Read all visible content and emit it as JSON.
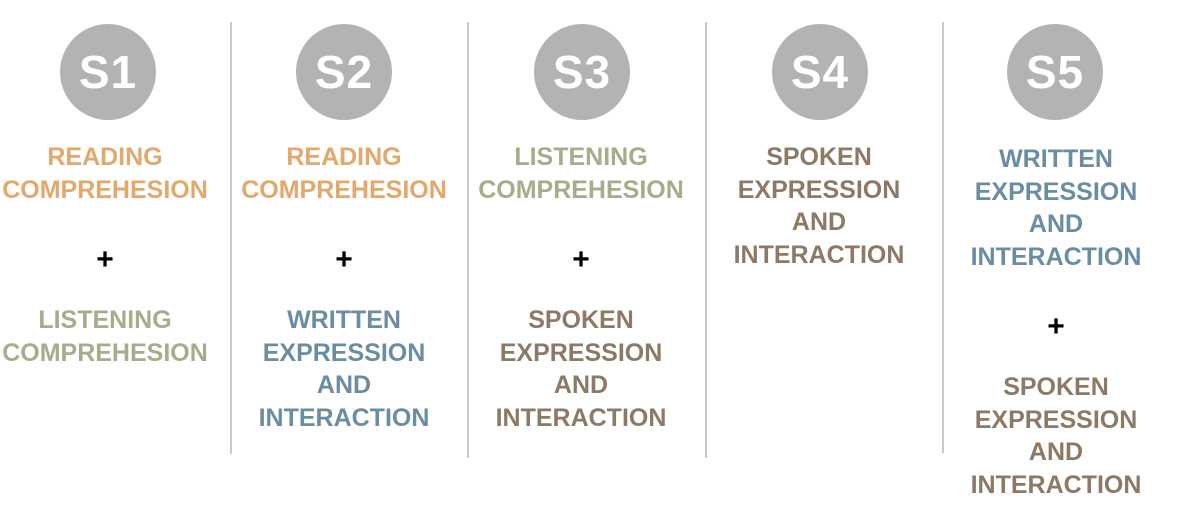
{
  "colors": {
    "reading": "#e2a86c",
    "listening": "#a6ad8a",
    "spoken": "#8c7966",
    "written": "#6a8da2",
    "badge": "#b3b3b3",
    "divider": "#c9c9c9"
  },
  "plus_symbol": "+",
  "columns": [
    {
      "badge": "S1",
      "skills": [
        {
          "kind": "reading",
          "lines": [
            "READING",
            "COMPREHESION"
          ]
        },
        {
          "kind": "listening",
          "lines": [
            "LISTENING",
            "COMPREHESION"
          ]
        }
      ]
    },
    {
      "badge": "S2",
      "skills": [
        {
          "kind": "reading",
          "lines": [
            "READING",
            "COMPREHESION"
          ]
        },
        {
          "kind": "written",
          "lines": [
            "WRITTEN",
            "EXPRESSION",
            "AND",
            "INTERACTION"
          ]
        }
      ]
    },
    {
      "badge": "S3",
      "skills": [
        {
          "kind": "listening",
          "lines": [
            "LISTENING",
            "COMPREHESION"
          ]
        },
        {
          "kind": "spoken",
          "lines": [
            "SPOKEN",
            "EXPRESSION",
            "AND",
            "INTERACTION"
          ]
        }
      ]
    },
    {
      "badge": "S4",
      "skills": [
        {
          "kind": "spoken",
          "lines": [
            "SPOKEN",
            "EXPRESSION",
            "AND",
            "INTERACTION"
          ]
        }
      ]
    },
    {
      "badge": "S5",
      "skills": [
        {
          "kind": "written",
          "lines": [
            "WRITTEN",
            "EXPRESSION",
            "AND",
            "INTERACTION"
          ]
        },
        {
          "kind": "spoken",
          "lines": [
            "SPOKEN",
            "EXPRESSION",
            "AND",
            "INTERACTION"
          ]
        }
      ]
    }
  ]
}
